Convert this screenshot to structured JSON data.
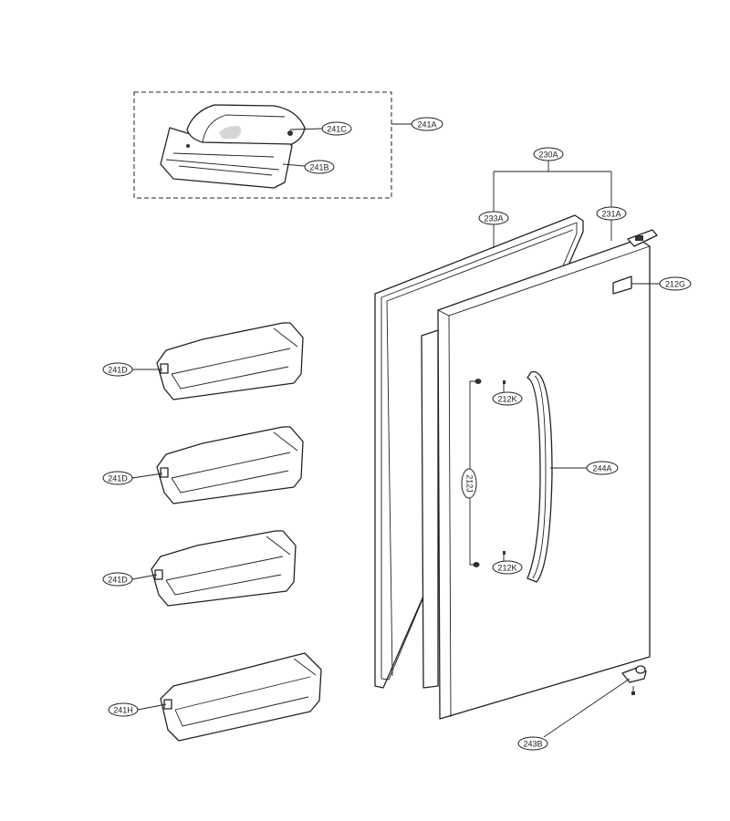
{
  "callouts": {
    "c241A": "241A",
    "c241C": "241C",
    "c241B": "241B",
    "c230A": "230A",
    "c233A": "233A",
    "c231A": "231A",
    "c212G": "212G",
    "c241D_1": "241D",
    "c241D_2": "241D",
    "c241D_3": "241D",
    "c241H": "241H",
    "c212K_1": "212K",
    "c212K_2": "212K",
    "c212J": "212J",
    "c244A": "244A",
    "c243B": "243B"
  }
}
